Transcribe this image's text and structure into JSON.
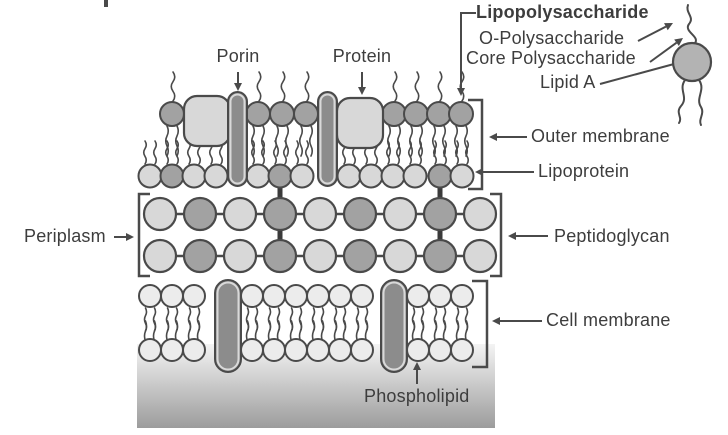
{
  "diagram": {
    "labels": {
      "porin": "Porin",
      "protein": "Protein",
      "lipopolysaccharide": "Lipopolysaccharide",
      "o_polysaccharide": "O-Polysaccharide",
      "core_polysaccharide": "Core Polysaccharide",
      "lipid_a": "Lipid A",
      "outer_membrane": "Outer membrane",
      "lipoprotein": "Lipoprotein",
      "periplasm": "Periplasm",
      "peptidoglycan": "Peptidoglycan",
      "cell_membrane": "Cell membrane",
      "phospholipid": "Phospholipid"
    },
    "colors": {
      "outline": "#4a4a4a",
      "dark_fill": "#a2a2a2",
      "light_fill": "#d8d8d8",
      "membrane_fill": "#ececec",
      "rod_fill": "#8c8c8c",
      "rod_highlight": "#d9d9d9",
      "molecule_fill": "#b3b3b3",
      "stem": "#3a3a3a",
      "text": "#3d3d3d",
      "cytoplasm_top": "#f4f4f4",
      "cytoplasm_bottom": "#9c9c9c",
      "background": "#ffffff"
    }
  }
}
